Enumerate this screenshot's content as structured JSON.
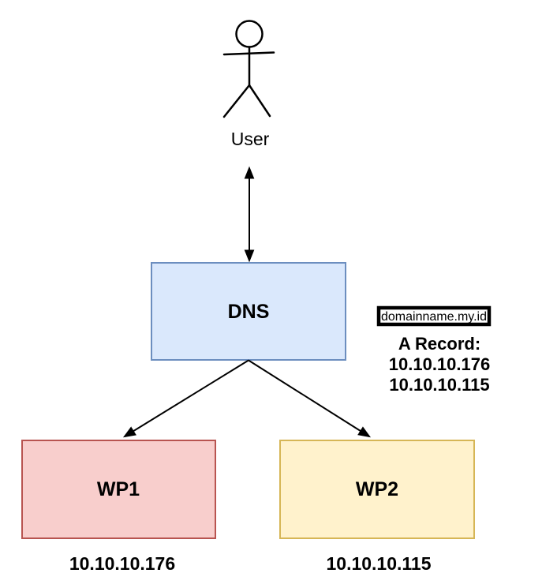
{
  "diagram": {
    "user": {
      "label": "User"
    },
    "dns": {
      "label": "DNS"
    },
    "domain_badge": {
      "label": "domainname.my.id"
    },
    "a_record": {
      "heading": "A Record:",
      "ips": [
        "10.10.10.176",
        "10.10.10.115"
      ]
    },
    "wp1": {
      "label": "WP1",
      "ip": "10.10.10.176"
    },
    "wp2": {
      "label": "WP2",
      "ip": "10.10.10.115"
    }
  },
  "colors": {
    "background": "#ffffff",
    "line": "#000000",
    "dns_fill": "#dae8fc",
    "dns_stroke": "#6c8ebf",
    "wp1_fill": "#f8cecc",
    "wp1_stroke": "#b85450",
    "wp2_fill": "#fff2cc",
    "wp2_stroke": "#d6b656",
    "domain_badge_fill": "#ffffff",
    "domain_badge_stroke": "#000000"
  }
}
